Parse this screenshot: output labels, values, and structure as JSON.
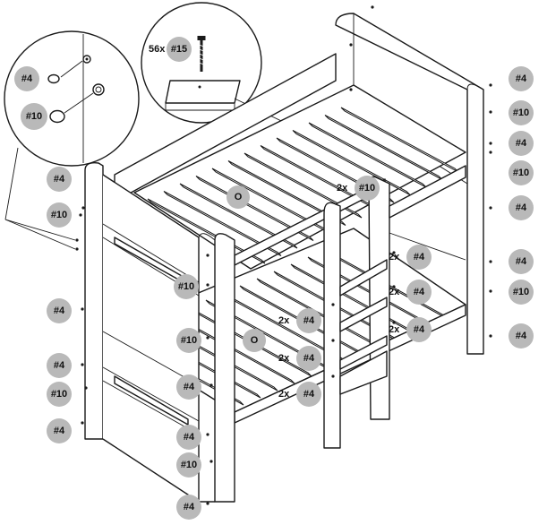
{
  "colors": {
    "badge_fill": "#b9b9b9",
    "line": "#1a1a1a",
    "background": "#ffffff"
  },
  "callouts": {
    "detail_left": {
      "label_top": "#4",
      "label_bottom": "#10"
    },
    "detail_top": {
      "quantity": "56x",
      "part": "#15"
    },
    "left_side": [
      "#4",
      "#10",
      "#4",
      "#4",
      "#10",
      "#4"
    ],
    "front_post": [
      "#10",
      "#10",
      "#4",
      "#4",
      "#10",
      "#4"
    ],
    "right_side": [
      "#4",
      "#10",
      "#4",
      "#10",
      "#4",
      "#4",
      "#10",
      "#4"
    ],
    "center_upper": {
      "quantity": "2x",
      "part": "#10"
    },
    "ladder": [
      {
        "quantity": "2x",
        "part": "#4"
      },
      {
        "quantity": "2x",
        "part": "#4"
      },
      {
        "quantity": "2x",
        "part": "#4"
      }
    ],
    "middle": [
      {
        "quantity": "2x",
        "part": "#4"
      },
      {
        "quantity": "2x",
        "part": "#4"
      },
      {
        "quantity": "2x",
        "part": "#4"
      }
    ],
    "bunk_markers": [
      "O",
      "O"
    ]
  }
}
